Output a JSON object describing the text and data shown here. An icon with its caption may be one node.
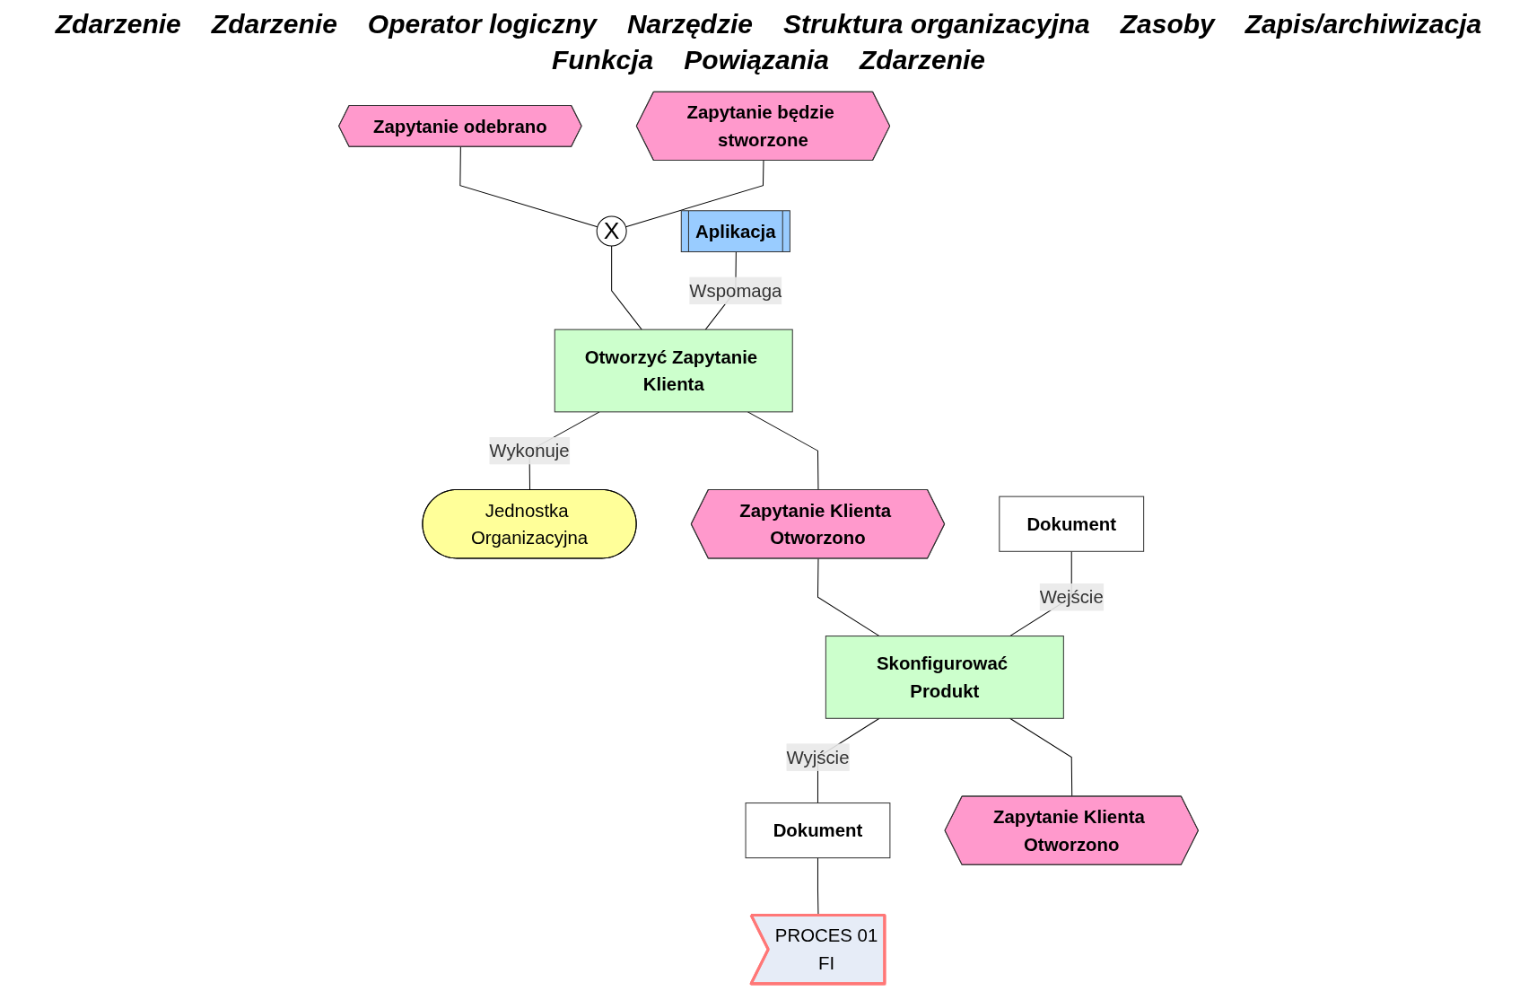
{
  "diagram": {
    "nodes": [
      {
        "text": [
          "Zapytanie odebrano"
        ]
      },
      {
        "text": [
          "Zapytanie będzie stworzone"
        ]
      },
      {
        "text": [
          "X"
        ]
      },
      {
        "text": [
          "Aplikacja"
        ]
      },
      {
        "text": [
          "Otworzyć Zapytanie Klienta"
        ]
      },
      {
        "text": [
          "Jednostka Organizacyjna"
        ]
      },
      {
        "text": [
          "Zapytanie Klienta Otworzono"
        ]
      },
      {
        "text": [
          "Dokument"
        ]
      },
      {
        "text": [
          "Skonfigurować Produkt"
        ]
      },
      {
        "text": [
          "Dokument"
        ]
      },
      {
        "text": [
          "PROCES 01",
          "FI"
        ]
      },
      {
        "text": [
          "Zapytanie Klienta Otworzono"
        ]
      }
    ],
    "edges": [
      {
        "from": 0,
        "to": 2,
        "arrow": "none"
      },
      {
        "from": 1,
        "to": 2,
        "arrow": "none"
      },
      {
        "from": 2,
        "to": 4,
        "arrow": "none"
      },
      {
        "from": 3,
        "to": 4,
        "label": "Wspomaga",
        "arrow": "none"
      },
      {
        "from": 4,
        "to": 5,
        "label": "Wykonuje",
        "arrow": "none"
      },
      {
        "from": 4,
        "to": 6,
        "arrow": "none"
      },
      {
        "from": 6,
        "to": 8,
        "arrow": "none"
      },
      {
        "from": 7,
        "to": 8,
        "label": "Wejście",
        "arrow": "none"
      },
      {
        "from": 8,
        "to": 9,
        "label": "Wyjście",
        "arrow": "none"
      },
      {
        "from": 9,
        "to": 10,
        "arrow": "none"
      },
      {
        "from": 8,
        "to": 11,
        "arrow": "none"
      }
    ],
    "labels": [
      "Zdarzenie",
      "Zdarzenie",
      "Operator logiczny",
      "Narzędzie",
      "Struktura organizacyjna",
      "Zasoby",
      "Zapis/archiwizacja",
      "Funkcja",
      "Powiązania",
      "Zdarzenie"
    ]
  }
}
